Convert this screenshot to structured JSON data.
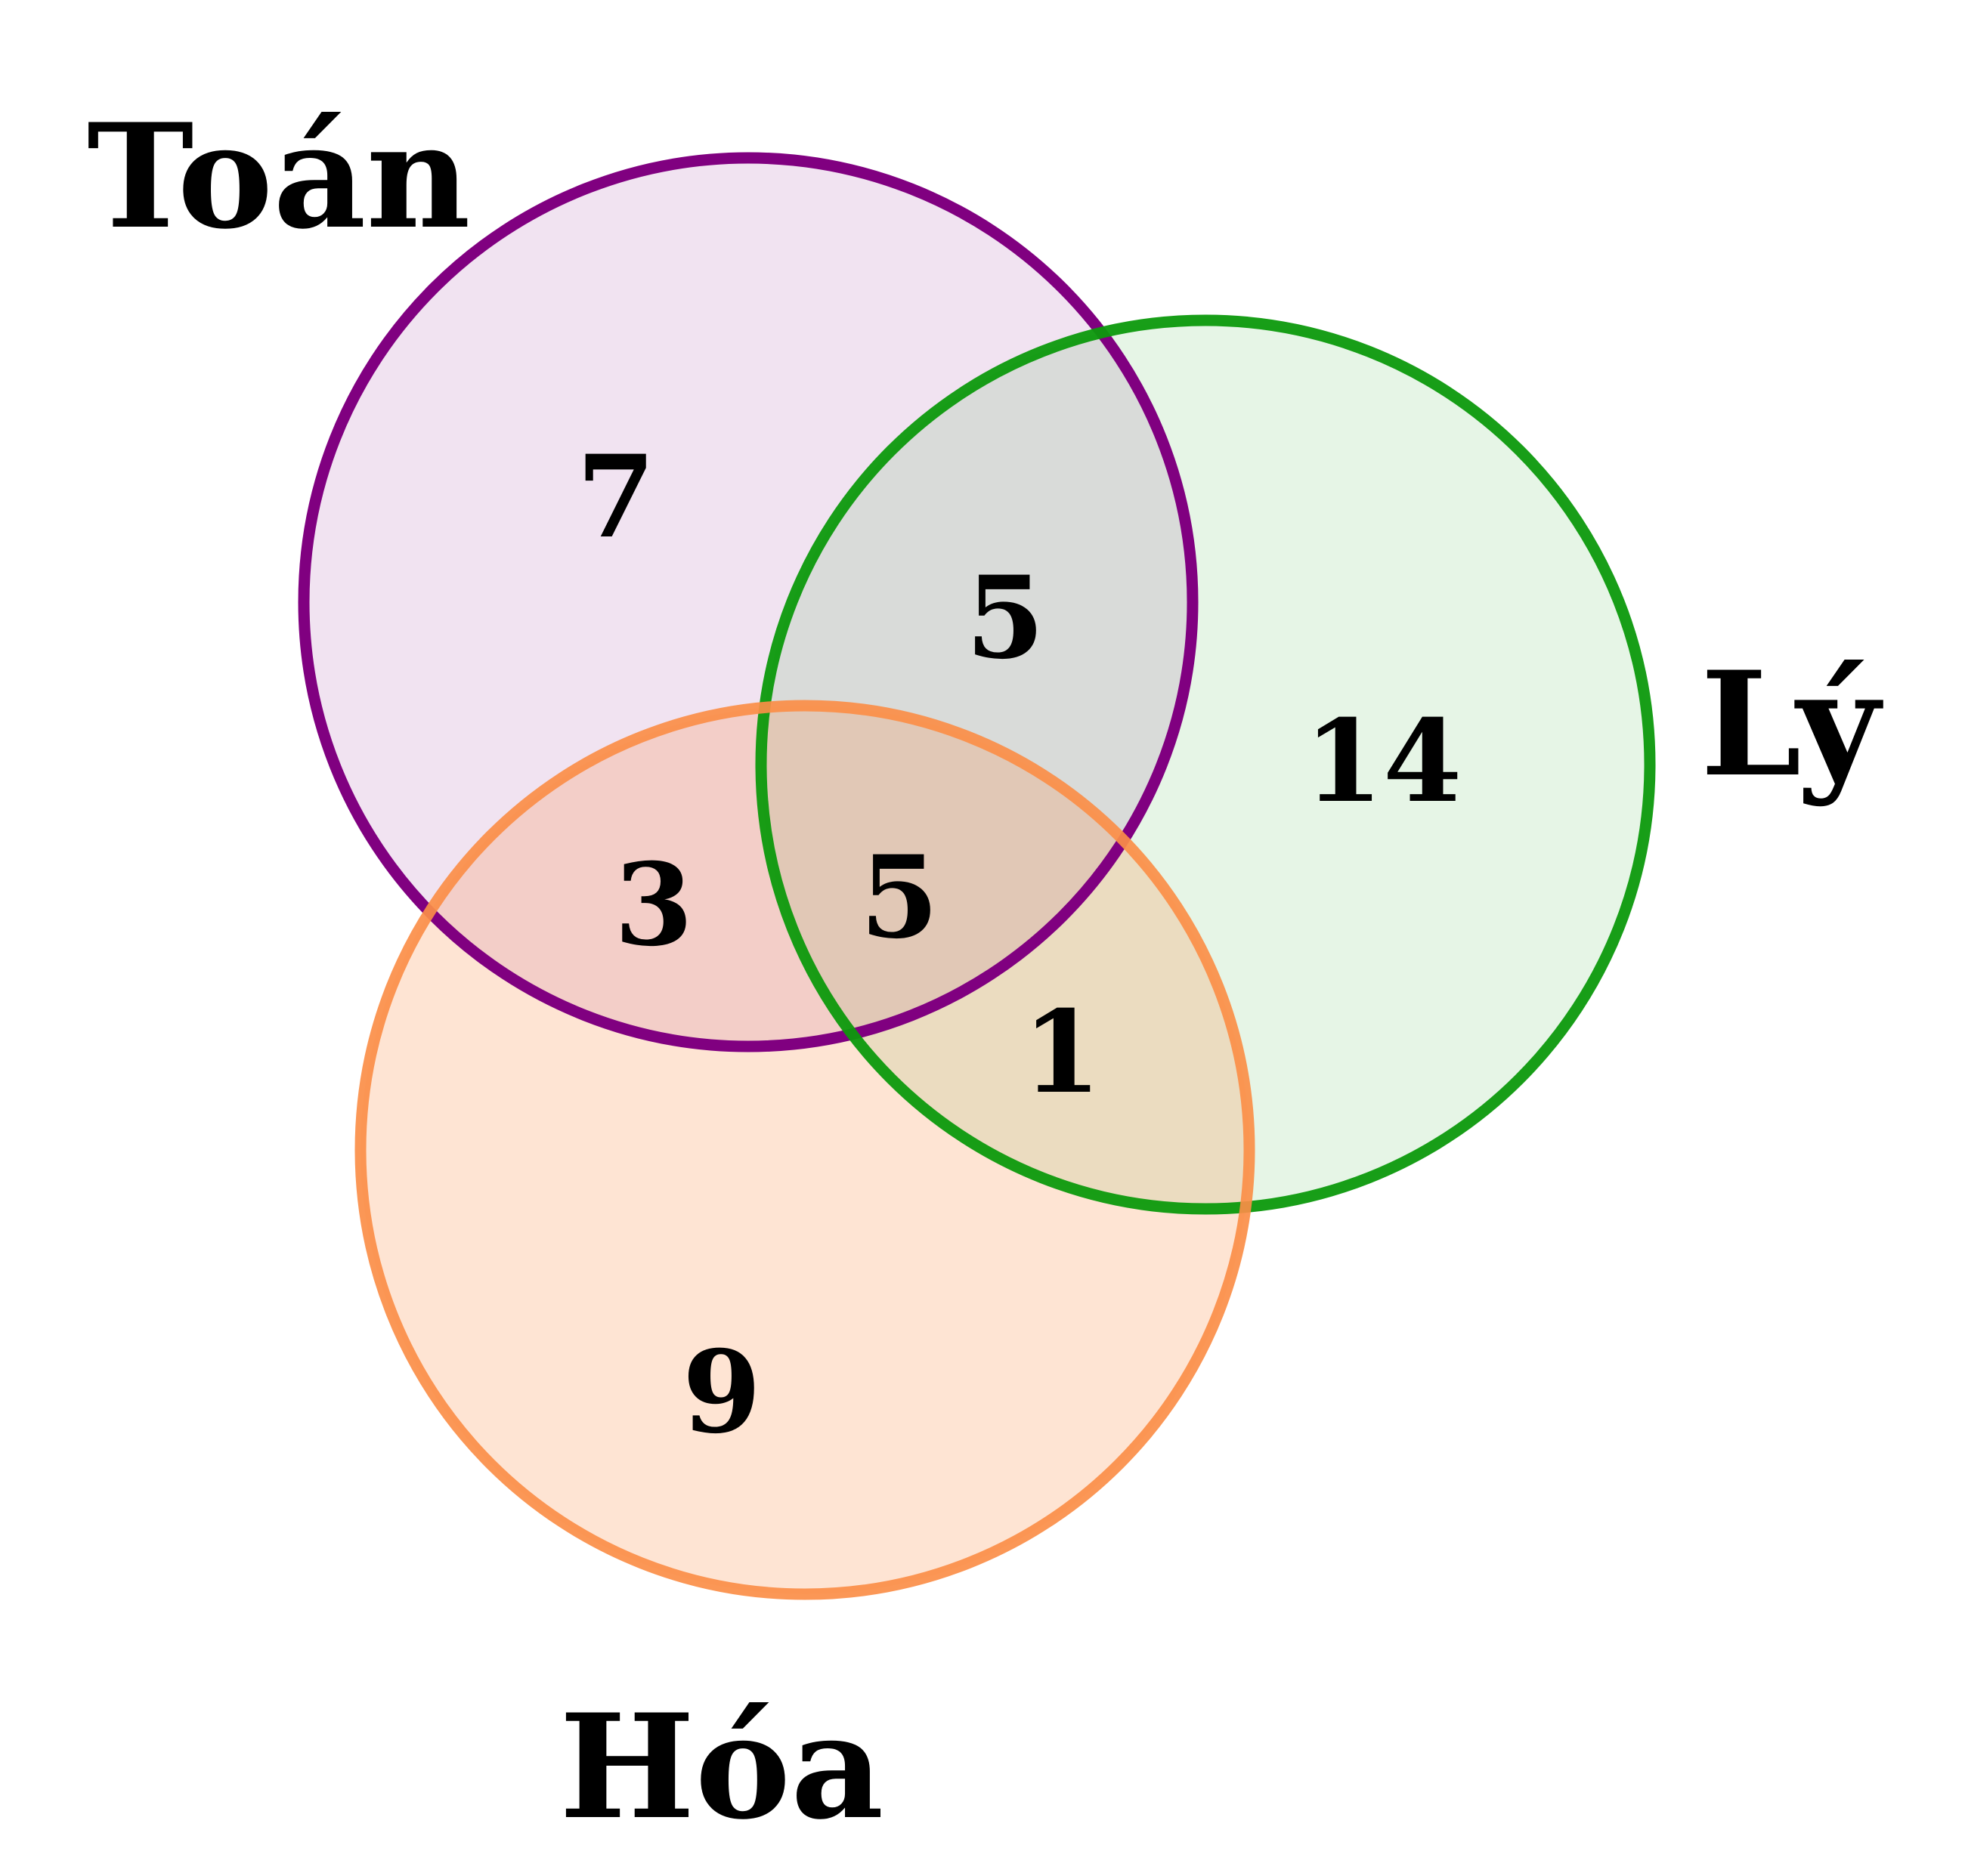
{
  "sets": [
    {
      "id": "toan",
      "label": "Toán",
      "stroke": "#800080",
      "fill": "#f2e4f2"
    },
    {
      "id": "ly",
      "label": "Lý",
      "stroke": "#0c990c",
      "fill": "#e6f4e6"
    },
    {
      "id": "hoa",
      "label": "Hóa",
      "stroke": "#fb8e48",
      "fill": "#fde3d4"
    }
  ],
  "regions": {
    "toan_only": "7",
    "toan_ly": "5",
    "ly_only": "14",
    "toan_hoa": "3",
    "toan_ly_hoa": "5",
    "ly_hoa": "1",
    "hoa_only": "9"
  }
}
